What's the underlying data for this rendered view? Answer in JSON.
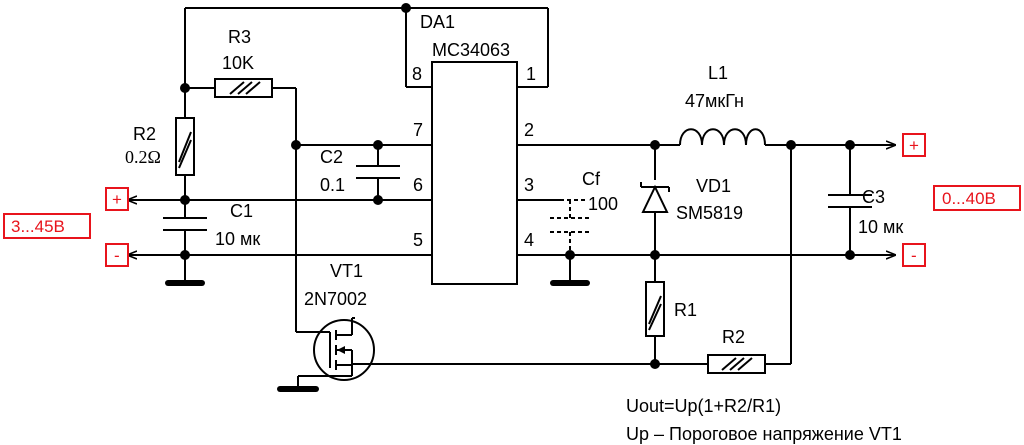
{
  "ic": {
    "ref": "DA1",
    "part": "MC34063",
    "pins": [
      "8",
      "1",
      "7",
      "2",
      "6",
      "3",
      "5",
      "4"
    ]
  },
  "r3": {
    "ref": "R3",
    "value": "10K"
  },
  "r2_in": {
    "ref": "R2",
    "value": "0.2Ω"
  },
  "c2": {
    "ref": "C2",
    "value": "0.1"
  },
  "c1": {
    "ref": "C1",
    "value": "10 мк"
  },
  "cf": {
    "ref": "Cf",
    "value": "100"
  },
  "l1": {
    "ref": "L1",
    "value": "47мкГн"
  },
  "vd1": {
    "ref": "VD1",
    "part": "SM5819"
  },
  "c3": {
    "ref": "C3",
    "value": "10 мк"
  },
  "vt1": {
    "ref": "VT1",
    "part": "2N7002"
  },
  "r1": {
    "ref": "R1"
  },
  "r2_out": {
    "ref": "R2"
  },
  "input": {
    "plus": "+",
    "minus": "-",
    "range": "3...45В"
  },
  "output": {
    "plus": "+",
    "minus": "-",
    "range": "0...40В"
  },
  "notes": {
    "formula": "Uout=Up(1+R2/R1)",
    "legend": "Up – Пороговое напряжение VT1"
  },
  "colors": {
    "accent": "#e8141c",
    "wire": "#000000"
  }
}
